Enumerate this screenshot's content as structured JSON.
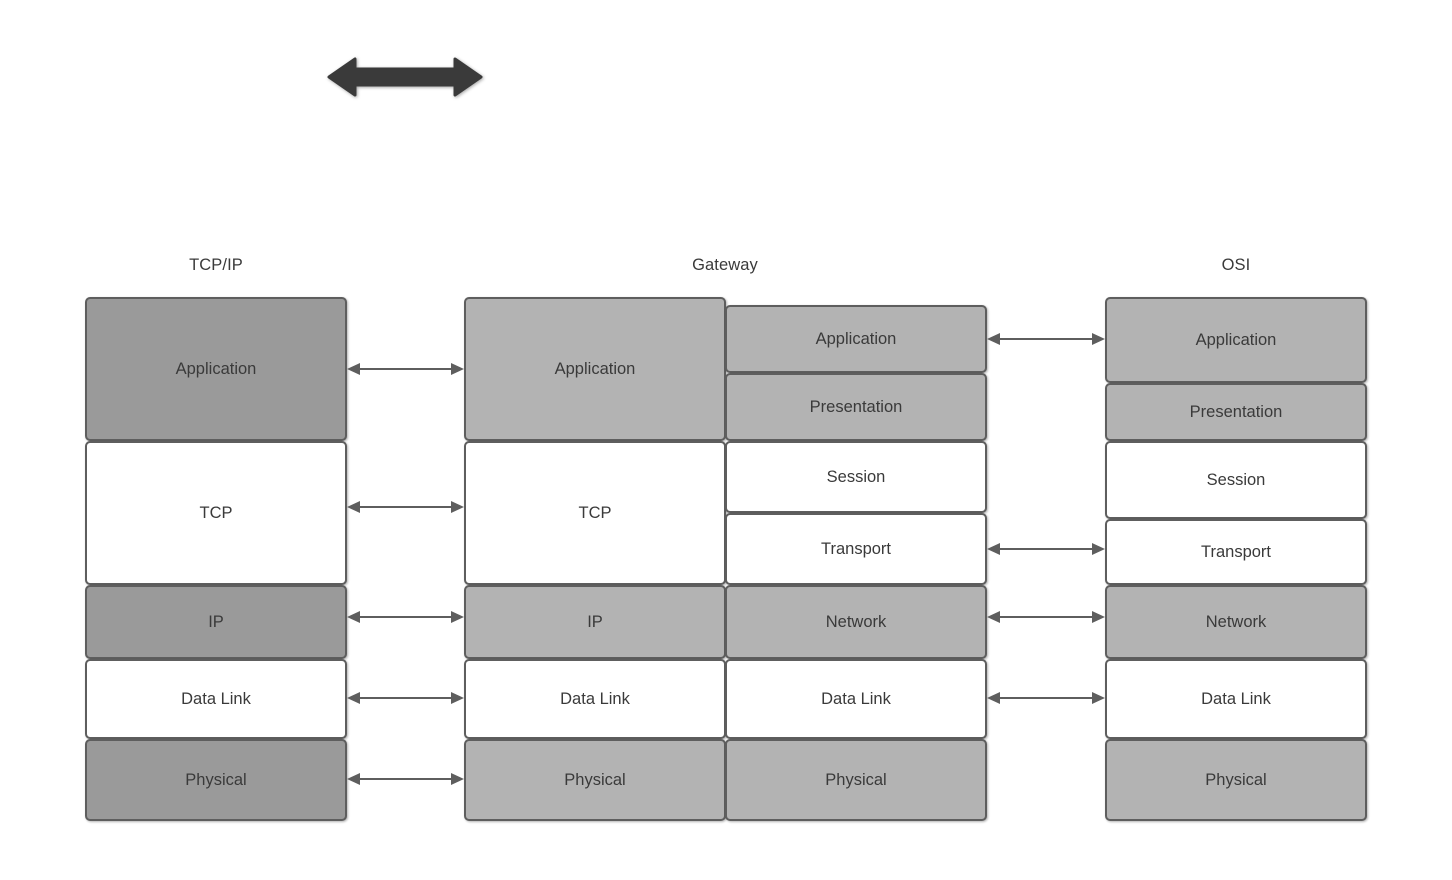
{
  "diagram": {
    "title_icon": "double-headed-arrow-icon",
    "top_arrow": {
      "name": "bidirectional-arrow",
      "color": "#3a3a3a"
    },
    "palette": {
      "stroke": "#5e5e5e",
      "text": "#3a3a3a",
      "fill_white": "#ffffff",
      "fill_gray_dark": "#9a9a9a",
      "fill_gray_light": "#b3b3b3",
      "background": "#ffffff"
    }
  },
  "columns": [
    {
      "id": "tcpip",
      "title": "TCP/IP",
      "layers": [
        {
          "label": "Application",
          "fill": "gray-dark"
        },
        {
          "label": "TCP",
          "fill": "white"
        },
        {
          "label": "IP",
          "fill": "gray-dark"
        },
        {
          "label": "Data Link",
          "fill": "white"
        },
        {
          "label": "Physical",
          "fill": "gray-dark"
        }
      ]
    },
    {
      "id": "gateway",
      "title": "Gateway",
      "left_stack": [
        {
          "label": "Application",
          "fill": "gray-light"
        },
        {
          "label": "TCP",
          "fill": "white"
        },
        {
          "label": "IP",
          "fill": "gray-light"
        },
        {
          "label": "Data Link",
          "fill": "white"
        },
        {
          "label": "Physical",
          "fill": "gray-light"
        }
      ],
      "right_stack": [
        {
          "label": "Application",
          "fill": "gray-light"
        },
        {
          "label": "Presentation",
          "fill": "gray-light"
        },
        {
          "label": "Session",
          "fill": "white"
        },
        {
          "label": "Transport",
          "fill": "white"
        },
        {
          "label": "Network",
          "fill": "gray-light"
        },
        {
          "label": "Data Link",
          "fill": "white"
        },
        {
          "label": "Physical",
          "fill": "gray-light"
        }
      ]
    },
    {
      "id": "osi",
      "title": "OSI",
      "layers": [
        {
          "label": "Application",
          "fill": "gray-light"
        },
        {
          "label": "Presentation",
          "fill": "gray-light"
        },
        {
          "label": "Session",
          "fill": "white"
        },
        {
          "label": "Transport",
          "fill": "white"
        },
        {
          "label": "Network",
          "fill": "gray-light"
        },
        {
          "label": "Data Link",
          "fill": "white"
        },
        {
          "label": "Physical",
          "fill": "gray-light"
        }
      ]
    }
  ],
  "connectors": {
    "left_group": [
      {
        "from": "tcpip.Application",
        "to": "gateway.Application"
      },
      {
        "from": "tcpip.TCP",
        "to": "gateway.TCP"
      },
      {
        "from": "tcpip.IP",
        "to": "gateway.IP"
      },
      {
        "from": "tcpip.Data Link",
        "to": "gateway.Data Link"
      },
      {
        "from": "tcpip.Physical",
        "to": "gateway.Physical"
      }
    ],
    "right_group": [
      {
        "from": "gateway.Application",
        "to": "osi.Application"
      },
      {
        "from": "gateway.Transport",
        "to": "osi.Transport"
      },
      {
        "from": "gateway.Network",
        "to": "osi.Network"
      },
      {
        "from": "gateway.Data Link",
        "to": "osi.Data Link"
      }
    ]
  }
}
